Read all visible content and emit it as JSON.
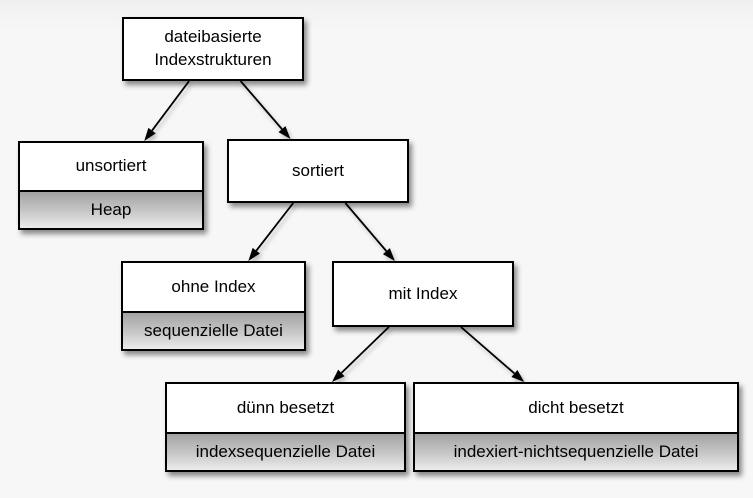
{
  "diagram": {
    "nodes": {
      "root": {
        "label": "dateibasierte Indexstrukturen"
      },
      "unsortiert": {
        "label": "unsortiert",
        "sub": "Heap"
      },
      "sortiert": {
        "label": "sortiert"
      },
      "ohne_index": {
        "label": "ohne Index",
        "sub": "sequenzielle Datei"
      },
      "mit_index": {
        "label": "mit Index"
      },
      "duenn": {
        "label": "dünn besetzt",
        "sub": "indexsequenzielle Datei"
      },
      "dicht": {
        "label": "dicht besetzt",
        "sub": "indexiert-nichtsequenzielle Datei"
      }
    },
    "edges": [
      [
        "root",
        "unsortiert"
      ],
      [
        "root",
        "sortiert"
      ],
      [
        "sortiert",
        "ohne_index"
      ],
      [
        "sortiert",
        "mit_index"
      ],
      [
        "mit_index",
        "duenn"
      ],
      [
        "mit_index",
        "dicht"
      ]
    ],
    "colors": {
      "background": "#f6f6f6",
      "node_fill": "#ffffff",
      "node_border": "#000000",
      "band_gradient_top": "#a2a2a2",
      "band_gradient_bottom": "#ebebeb",
      "edge_line": "#000000"
    }
  }
}
